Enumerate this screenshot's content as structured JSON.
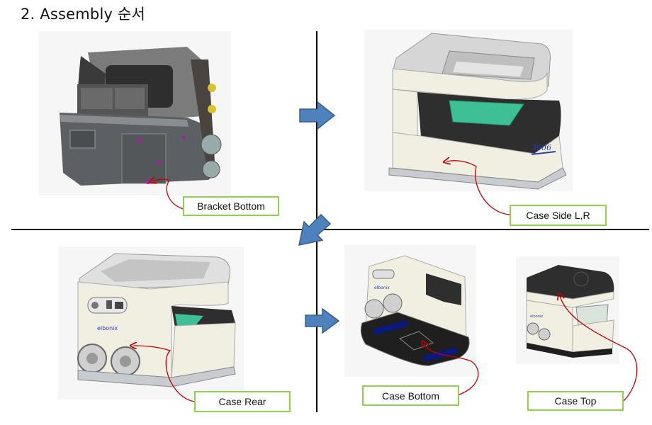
{
  "slide": {
    "title": "2. Assembly 순서"
  },
  "steps": [
    {
      "order": 1,
      "label": "Bracket Bottom",
      "image": "bracket-bottom-assembly"
    },
    {
      "order": 2,
      "label": "Case Side L,R",
      "image": "case-side-assembly"
    },
    {
      "order": 3,
      "label": "Case Rear",
      "image": "case-rear-assembly"
    },
    {
      "order": 4,
      "label": "Case Bottom",
      "image": "case-bottom-assembly"
    },
    {
      "order": 5,
      "label": "Case Top",
      "image": "case-top-assembly"
    }
  ],
  "flow_arrows": [
    {
      "from": 1,
      "to": 2,
      "direction": "right"
    },
    {
      "from": 2,
      "to": 3,
      "direction": "down-left"
    },
    {
      "from": 3,
      "to": 4,
      "direction": "right"
    }
  ],
  "colors": {
    "label_border": "#92d050",
    "flow_arrow_fill": "#4f81bd",
    "flow_arrow_stroke": "#385d8a",
    "callout_line": "#c00000",
    "device_body": "#f1efe2",
    "device_tray": "#2b2b2b",
    "well_plate": "#3fbf95"
  }
}
